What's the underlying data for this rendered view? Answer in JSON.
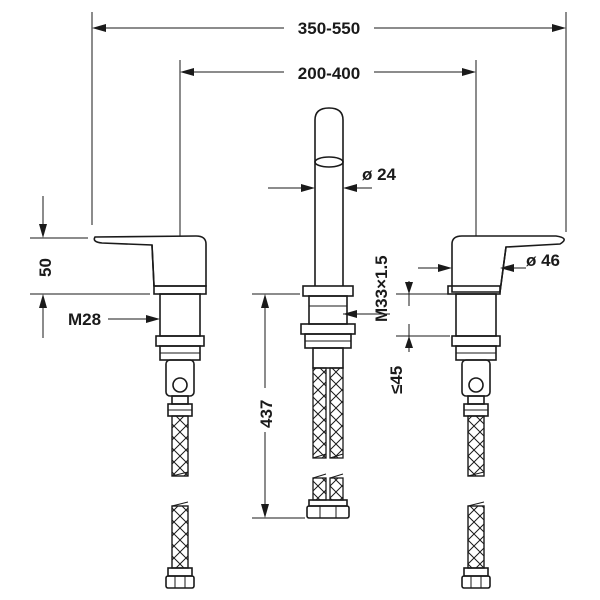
{
  "dimensions": {
    "overall_width": "350-550",
    "inner_width": "200-400",
    "spout_diameter": "ø 24",
    "handle_diameter": "ø 46",
    "spout_thread": "M33×1.5",
    "handle_height": "50",
    "valve_thread": "M28",
    "spout_height": "437",
    "max_deck_thickness": "≤45"
  }
}
